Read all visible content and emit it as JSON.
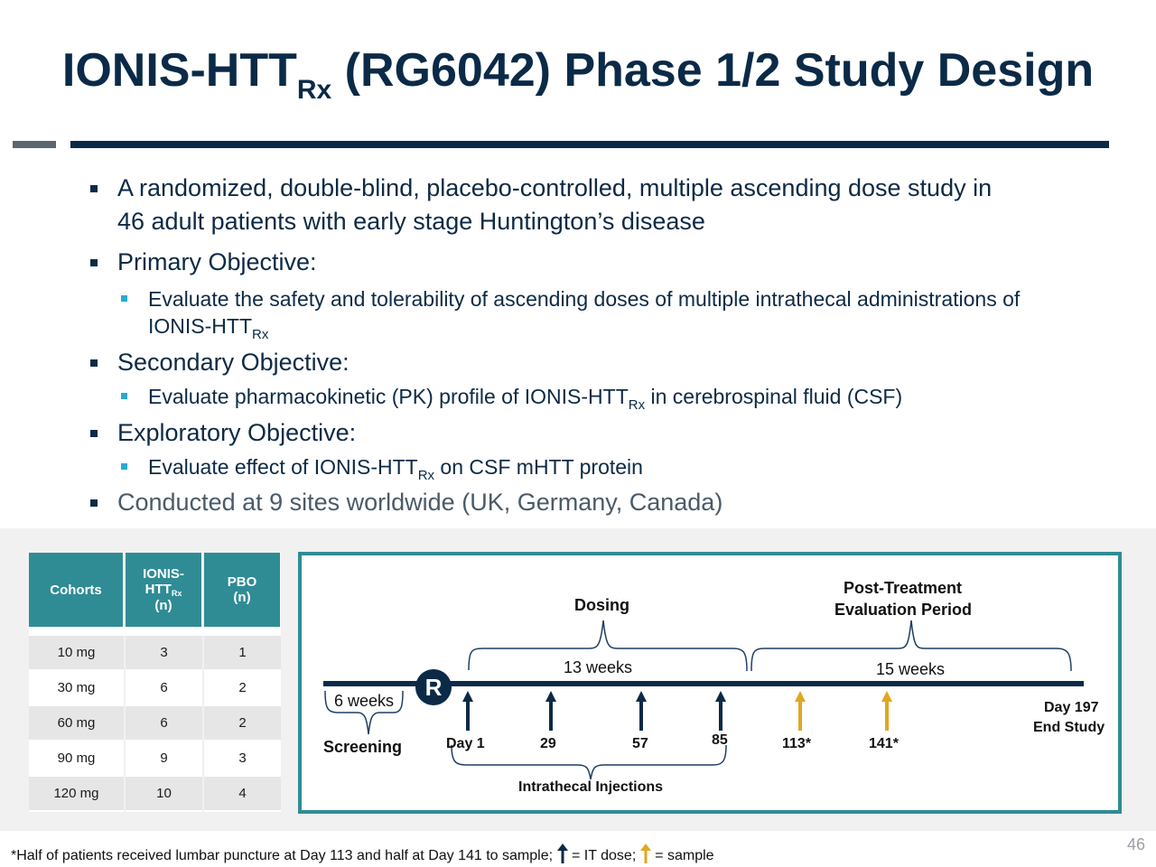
{
  "title": {
    "main": "IONIS-HTT",
    "sub": "Rx",
    "rest": " (RG6042) Phase 1/2 Study Design"
  },
  "bullets": {
    "intro_line1": "A randomized, double-blind, placebo-controlled, multiple ascending dose study in",
    "intro_line2": "46 adult patients with early stage Huntington’s disease",
    "primary": "Primary Objective:",
    "primary_sub_line1": "Evaluate the safety and tolerability of ascending doses of multiple intrathecal administrations of",
    "primary_sub_line2": "IONIS-HTT",
    "primary_sub_line2_sub": "Rx",
    "secondary": "Secondary Objective:",
    "secondary_sub_a": "Evaluate pharmacokinetic (PK) profile of IONIS-HTT",
    "secondary_sub_sub": "Rx",
    "secondary_sub_b": " in cerebrospinal fluid (CSF)",
    "exploratory": "Exploratory Objective:",
    "exploratory_sub_a": "Evaluate effect of IONIS-HTT",
    "exploratory_sub_sub": "Rx",
    "exploratory_sub_b": " on CSF mHTT protein",
    "sites": "Conducted at 9 sites worldwide (UK, Germany, Canada)"
  },
  "table": {
    "headers": {
      "cohorts": "Cohorts",
      "ionis_a": "IONIS-",
      "ionis_b": "HTT",
      "ionis_sub": "Rx",
      "ionis_c": "(n)",
      "pbo_a": "PBO",
      "pbo_b": "(n)"
    },
    "rows": [
      {
        "cohort": "10 mg",
        "ionis": "3",
        "pbo": "1"
      },
      {
        "cohort": "30 mg",
        "ionis": "6",
        "pbo": "2"
      },
      {
        "cohort": "60 mg",
        "ionis": "6",
        "pbo": "2"
      },
      {
        "cohort": "90 mg",
        "ionis": "9",
        "pbo": "3"
      },
      {
        "cohort": "120 mg",
        "ionis": "10",
        "pbo": "4"
      }
    ]
  },
  "timeline": {
    "dosing_label": "Dosing",
    "post_label_1": "Post-Treatment",
    "post_label_2": "Evaluation Period",
    "dosing_duration": "13 weeks",
    "post_duration": "15 weeks",
    "screening_duration": "6 weeks",
    "randomization": "R",
    "screening_label": "Screening",
    "days": [
      "Day 1",
      "29",
      "57",
      "85",
      "113*",
      "141*"
    ],
    "end_1": "Day 197",
    "end_2": "End Study",
    "injections_label": "Intrathecal Injections",
    "colors": {
      "dose_arrow": "#0b2a47",
      "sample_arrow": "#e0a820",
      "bracket": "#1f3f63",
      "frame": "#2f8c95"
    }
  },
  "footnote": {
    "text": "*Half of patients received lumbar puncture at Day 113 and half at Day 141 to sample;",
    "dose_legend": "= IT dose;",
    "sample_legend": "= sample"
  },
  "page_number": "46"
}
